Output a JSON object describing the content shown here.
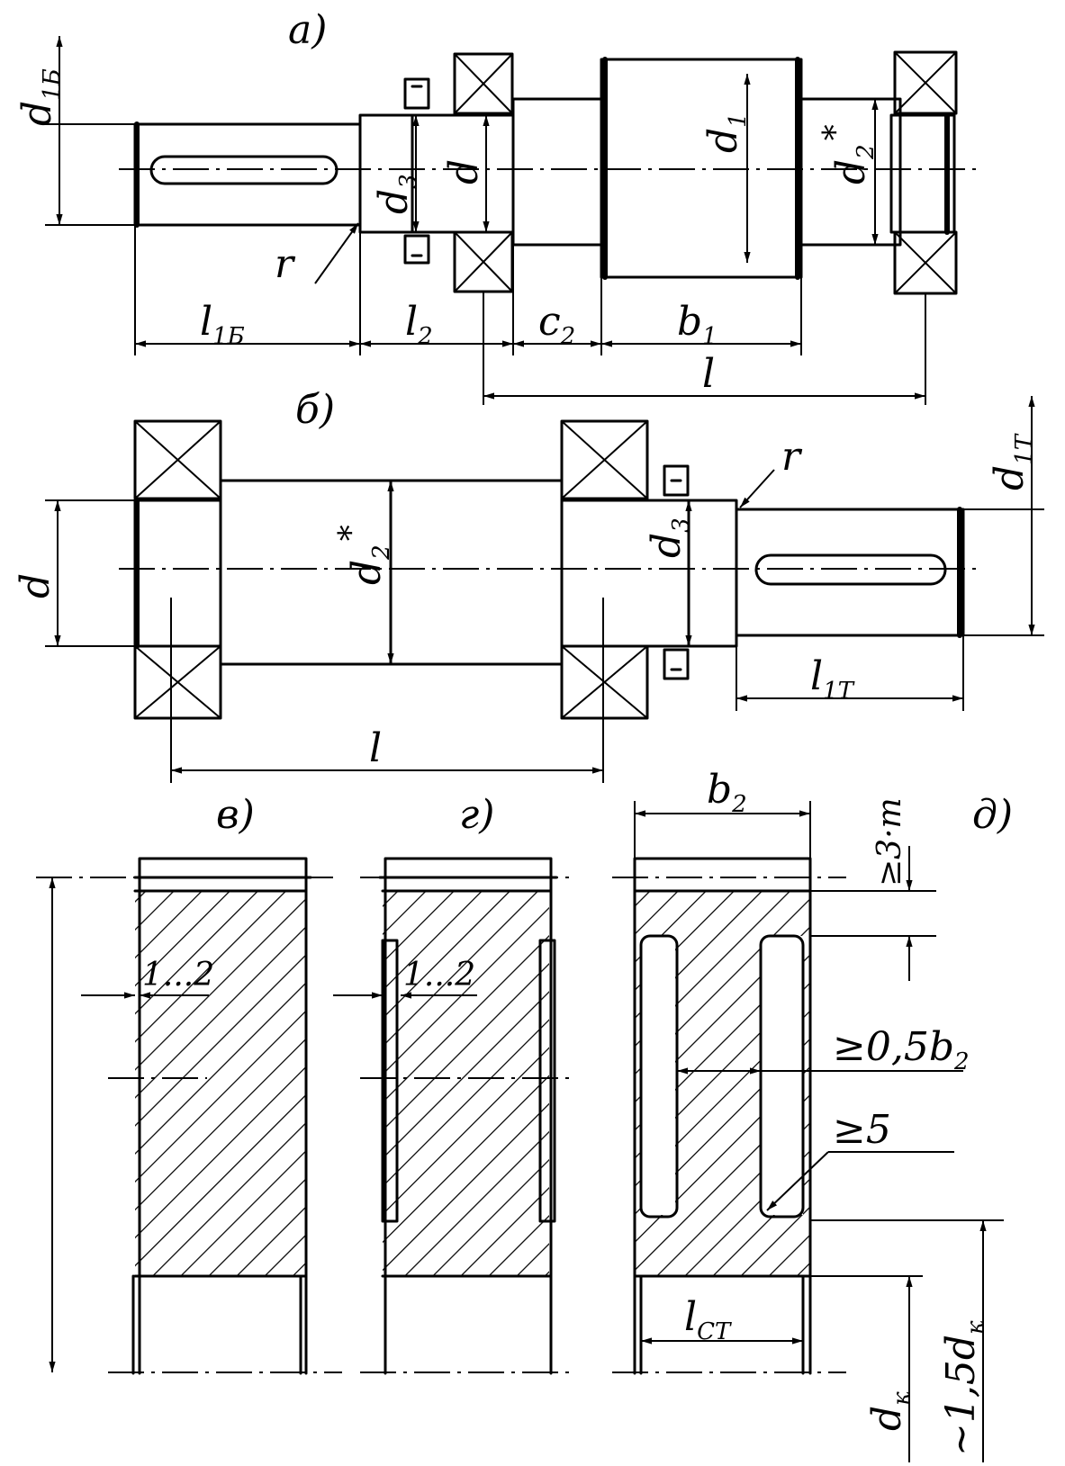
{
  "views": {
    "a": "а)",
    "b": "б)",
    "v": "в)",
    "g": "г)",
    "d": "д)"
  },
  "labels": {
    "d1b": "d",
    "d1b_sub": "1Б",
    "d3": "d",
    "d3_sub": "3",
    "d": "d",
    "d1": "d",
    "d1_sub": "1",
    "d2": "d",
    "d2_sub": "2",
    "star": "*",
    "r": "r",
    "l1b": "l",
    "l1b_sub": "1Б",
    "l2": "l",
    "l2_sub": "2",
    "c2": "c",
    "c2_sub": "2",
    "b1": "b",
    "b1_sub": "1",
    "l": "l",
    "d1t": "d",
    "d1t_sub": "1Т",
    "l1t": "l",
    "l1t_sub": "1Т",
    "one_two": "1...2",
    "b2": "b",
    "b2_sub": "2",
    "ge3m": "≥3·m",
    "ge05b2": "≥0,5b",
    "ge5": "≥5",
    "lct": "l",
    "lct_sub": "СТ",
    "dk": "d",
    "dk_sub": "к",
    "approx15dk": "~1,5d",
    "approx15dk_sub": "к"
  }
}
